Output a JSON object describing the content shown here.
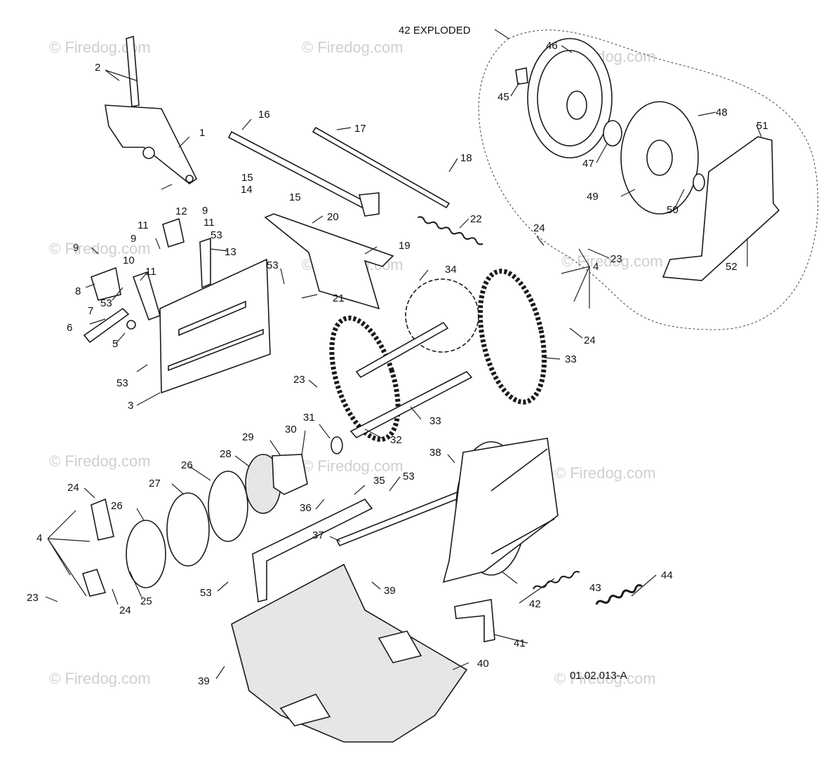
{
  "watermark": "© Firedog.com",
  "drawing_code": "01.02.013-A",
  "exploded_caption": "42 EXPLODED",
  "callouts": {
    "c1": "1",
    "c2": "2",
    "c3": "3",
    "c4a": "4",
    "c4b": "4",
    "c5": "5",
    "c6": "6",
    "c7": "7",
    "c8": "8",
    "c9a": "9",
    "c9b": "9",
    "c9c": "9",
    "c10": "10",
    "c11a": "11",
    "c11b": "11",
    "c11c": "11",
    "c12": "12",
    "c13": "13",
    "c14": "14",
    "c15a": "15",
    "c15b": "15",
    "c16": "16",
    "c17": "17",
    "c18": "18",
    "c19": "19",
    "c20": "20",
    "c21": "21",
    "c22": "22",
    "c23a": "23",
    "c23b": "23",
    "c23c": "23",
    "c24a": "24",
    "c24b": "24",
    "c24c": "24",
    "c24d": "24",
    "c25": "25",
    "c26a": "26",
    "c26b": "26",
    "c27": "27",
    "c28": "28",
    "c29": "29",
    "c30": "30",
    "c31": "31",
    "c32": "32",
    "c33a": "33",
    "c33b": "33",
    "c34": "34",
    "c35": "35",
    "c36": "36",
    "c37": "37",
    "c38": "38",
    "c39a": "39",
    "c39b": "39",
    "c40": "40",
    "c41": "41",
    "c42": "42",
    "c43": "43",
    "c44": "44",
    "c45": "45",
    "c46": "46",
    "c47": "47",
    "c48": "48",
    "c49": "49",
    "c50": "50",
    "c51": "51",
    "c52": "52",
    "c53a": "53",
    "c53b": "53",
    "c53c": "53",
    "c53d": "53",
    "c53e": "53"
  }
}
